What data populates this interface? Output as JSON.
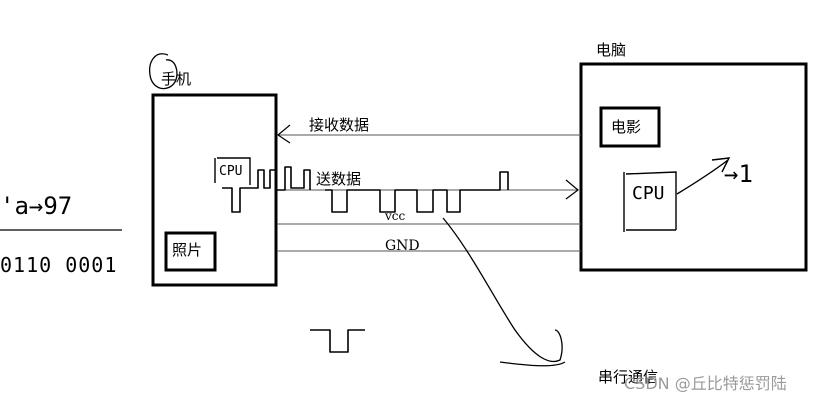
{
  "labels": {
    "phone": "手机",
    "computer": "电脑",
    "movie": "电影",
    "photo": "照片",
    "receive": "接收数据",
    "send": "送数据",
    "vcc": "vcc",
    "gnd": "GND",
    "serial": "串行通信",
    "left_top": "'a→97",
    "left_bottom": "0110 0001",
    "cpu_left": "CPU",
    "cpu_right": "CPU",
    "cpu_arrow": "→1"
  },
  "watermark": "CSDN @丘比特惩罚陆"
}
